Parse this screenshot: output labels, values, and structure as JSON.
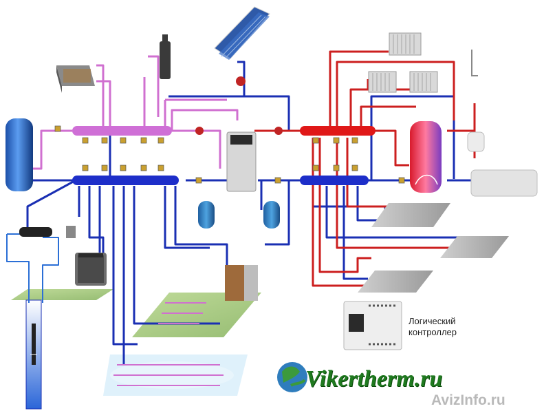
{
  "controller": {
    "line1": "Логический",
    "line2": "контроллер"
  },
  "brand": {
    "text": "Vikertherm.ru"
  },
  "watermark": {
    "text": "AvizInfo.ru"
  },
  "colors": {
    "hot": "#cc1f1f",
    "cold": "#1a2fb3",
    "glycol": "#d070d0",
    "manifold_blue": "#1d2ec9",
    "manifold_red": "#e01818",
    "manifold_pink": "#cf6fd6",
    "ground": "#a7c97a",
    "water": "#cfe7f6",
    "brand": "#1f7a1f"
  }
}
